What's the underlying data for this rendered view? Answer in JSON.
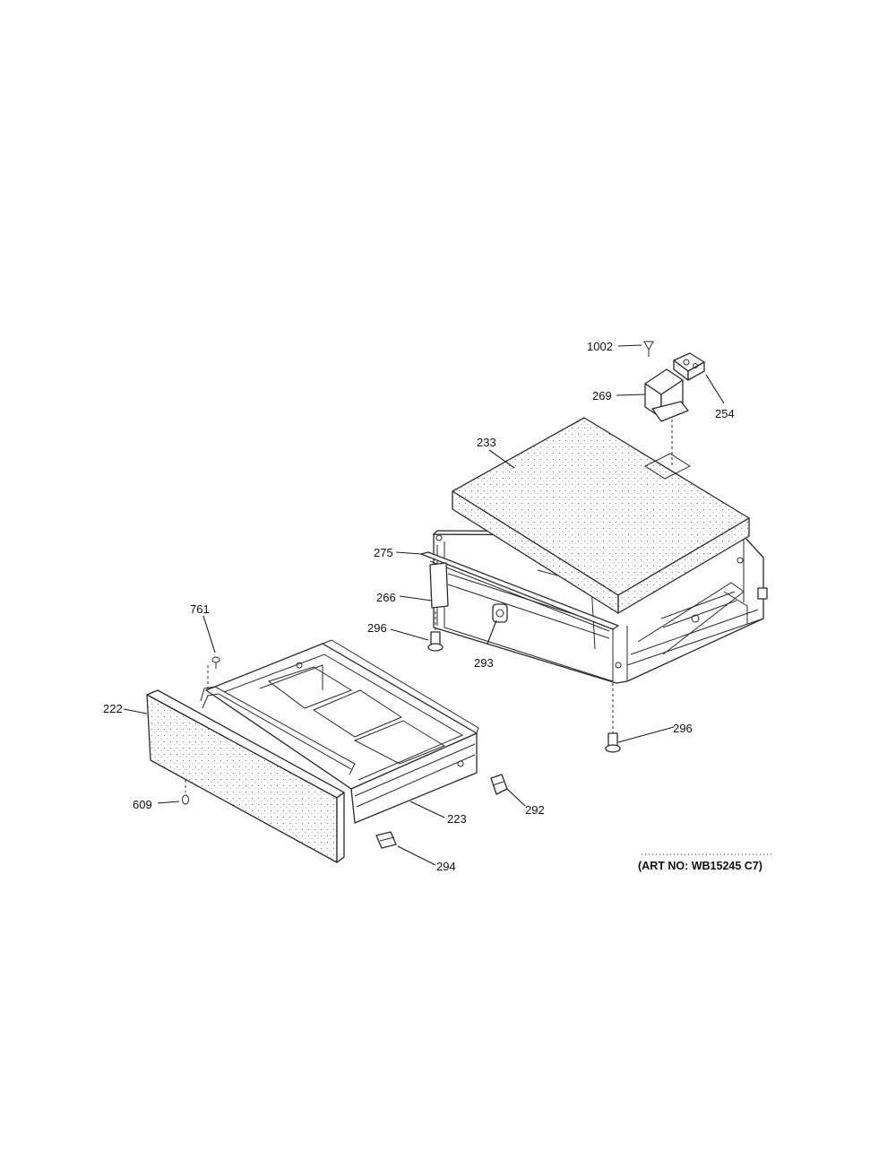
{
  "diagram": {
    "art_number": "(ART NO: WB15245 C7)",
    "callouts": {
      "c1002": "1002",
      "c269": "269",
      "c254": "254",
      "c233": "233",
      "c275": "275",
      "c266": "266",
      "c296a": "296",
      "c293": "293",
      "c296b": "296",
      "c761": "761",
      "c222": "222",
      "c609": "609",
      "c223": "223",
      "c292": "292",
      "c294": "294"
    }
  }
}
